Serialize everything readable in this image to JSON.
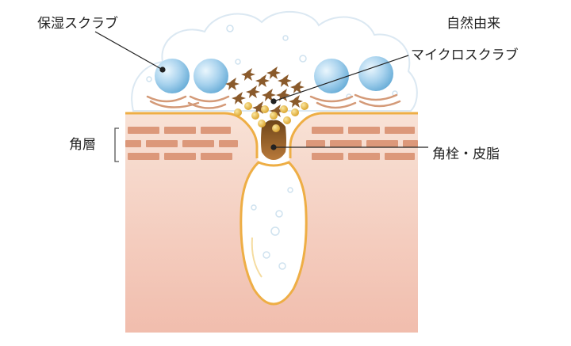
{
  "labels": {
    "moisturizing_scrub": "保湿スクラブ",
    "natural_origin": "自然由来",
    "micro_scrub": "マイクロスクラブ",
    "stratum_corneum": "角層",
    "pore_plug_sebum": "角栓・皮脂"
  },
  "colors": {
    "skin_top": "#f7dcd0",
    "skin_bottom": "#f2bcae",
    "skin_edge": "#f0b84a",
    "brick": "#dc987a",
    "foam_outline": "#d6e6f2",
    "bead_blue": "#8fc6e6",
    "micro_particle": "#8a5a2b",
    "gold_bead": "#e8b83a",
    "plug_brown": "#a0642a",
    "leader_line": "#222222"
  }
}
